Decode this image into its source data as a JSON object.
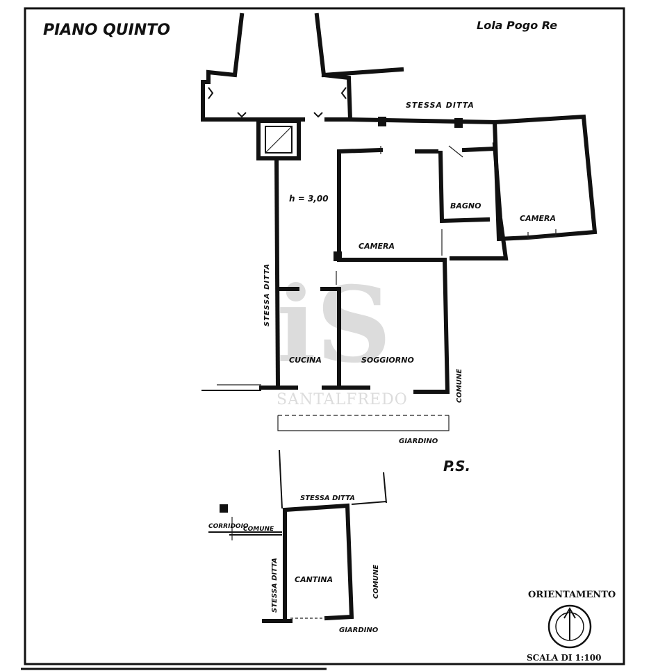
{
  "floor_title": "PIANO QUINTO",
  "signature": "Lola Pogo Re",
  "ground_floor_marker": "P.S.",
  "upper_labels": {
    "stessa_ditta_top": "STESSA DITTA",
    "stessa_ditta_left": "STESSA DITTA",
    "height": "h = 3,00",
    "camera_main": "CAMERA",
    "camera_right": "CAMERA",
    "bagno": "BAGNO",
    "cucina": "CUCINA",
    "soggiorno": "SOGGIORNO",
    "comune": "COMUNE",
    "giardino": "GIARDINO"
  },
  "lower_labels": {
    "stessa_ditta_top": "STESSA DITTA",
    "corridoio": "CORRIDOIO",
    "comune_left": "COMUNE",
    "stessa_ditta_left": "STESSA DITTA",
    "cantina": "CANTINA",
    "comune_right": "COMUNE",
    "giardino": "GIARDINO"
  },
  "orientation_label": "ORIENTAMENTO",
  "scale_label": "SCALA DI 1:100",
  "watermark": {
    "monogram": "iS",
    "brand": "SANTALFREDO"
  },
  "colors": {
    "ink": "#111111",
    "paper": "#ffffff",
    "watermark": "#d9d9d9"
  }
}
